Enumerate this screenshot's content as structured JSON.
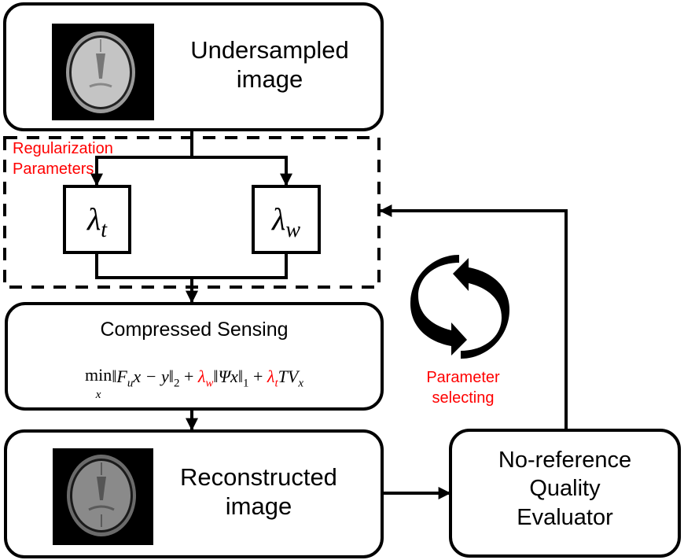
{
  "nodes": {
    "undersampled": {
      "line1": "Undersampled",
      "line2": "image",
      "image": "brain-mri-undersampled"
    },
    "lambda_t": {
      "symbol": "λ",
      "sub": "t"
    },
    "lambda_w": {
      "symbol": "λ",
      "sub": "w"
    },
    "compressed_sensing": {
      "title": "Compressed Sensing",
      "formula": {
        "min": "min",
        "min_sub": "x",
        "term1": "‖F",
        "term1_sub": "u",
        "term1_rest": "x − y‖",
        "term1_norm": "2",
        "plus1": " + ",
        "lw": "λ",
        "lw_sub": "w",
        "term2": "‖Ψx‖",
        "term2_norm": "1",
        "plus2": " + ",
        "lt": "λ",
        "lt_sub": "t",
        "term3": "TV",
        "term3_sub": "x"
      }
    },
    "reconstructed": {
      "line1": "Reconstructed",
      "line2": "image",
      "image": "brain-mri-reconstructed"
    },
    "evaluator": {
      "line1": "No-reference",
      "line2": "Quality",
      "line3": "Evaluator"
    }
  },
  "groups": {
    "regularization": {
      "line1": "Regularization",
      "line2": "Parameters"
    }
  },
  "annotations": {
    "parameter_selecting": {
      "line1": "Parameter",
      "line2": "selecting",
      "icon": "cycle-arrows-icon"
    }
  },
  "colors": {
    "accent": "#ff0000",
    "stroke": "#000000"
  }
}
